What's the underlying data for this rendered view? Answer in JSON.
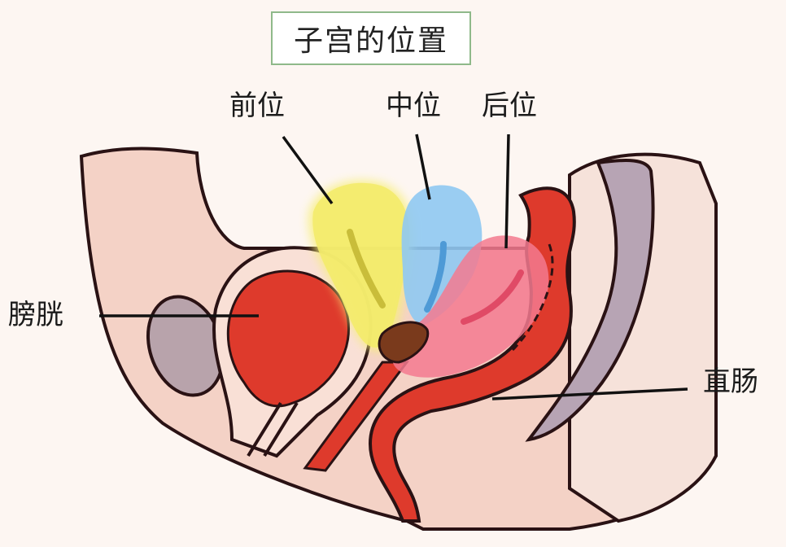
{
  "title": "子宫的位置",
  "labels": {
    "anteverted": "前位",
    "midposition": "中位",
    "retroverted": "后位",
    "bladder": "膀胱",
    "rectum": "直肠"
  }
}
